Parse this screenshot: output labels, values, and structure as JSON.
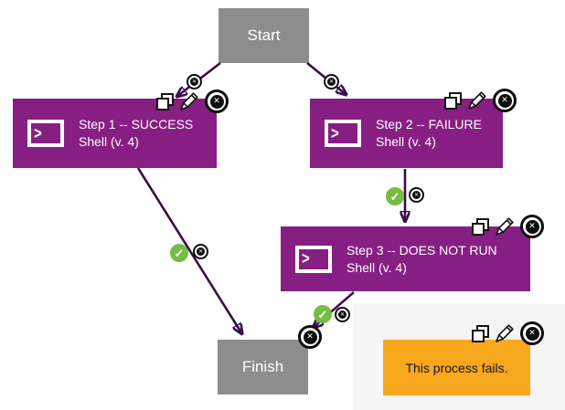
{
  "colors": {
    "step_purple": "#871f82",
    "terminator_gray": "#8d8d8d",
    "connector_purple": "#3a0e47",
    "success_green": "#77bc45",
    "note_orange": "#f8a81c",
    "panel_gray": "#f5f5f5"
  },
  "glyphs": {
    "x": "✕",
    "check": "✓",
    "prompt": ">"
  },
  "nodes": {
    "start": {
      "label": "Start"
    },
    "finish": {
      "label": "Finish"
    },
    "note": {
      "text": "This process fails."
    }
  },
  "steps": [
    {
      "title": "Step 1 -- SUCCESS",
      "subtitle": "Shell (v. 4)"
    },
    {
      "title": "Step 2 -- FAILURE",
      "subtitle": "Shell (v. 4)"
    },
    {
      "title": "Step 3 -- DOES NOT RUN",
      "subtitle": "Shell (v. 4)"
    }
  ],
  "edges": [
    {
      "from": "Start",
      "to": "Step 1 -- SUCCESS",
      "badges": [
        "delete"
      ]
    },
    {
      "from": "Start",
      "to": "Step 2 -- FAILURE",
      "badges": [
        "delete"
      ]
    },
    {
      "from": "Step 2 -- FAILURE",
      "to": "Step 3 -- DOES NOT RUN",
      "badges": [
        "success",
        "delete"
      ]
    },
    {
      "from": "Step 1 -- SUCCESS",
      "to": "Finish",
      "badges": [
        "success",
        "delete"
      ]
    },
    {
      "from": "Step 3 -- DOES NOT RUN",
      "to": "Finish",
      "badges": [
        "success",
        "delete"
      ]
    }
  ]
}
